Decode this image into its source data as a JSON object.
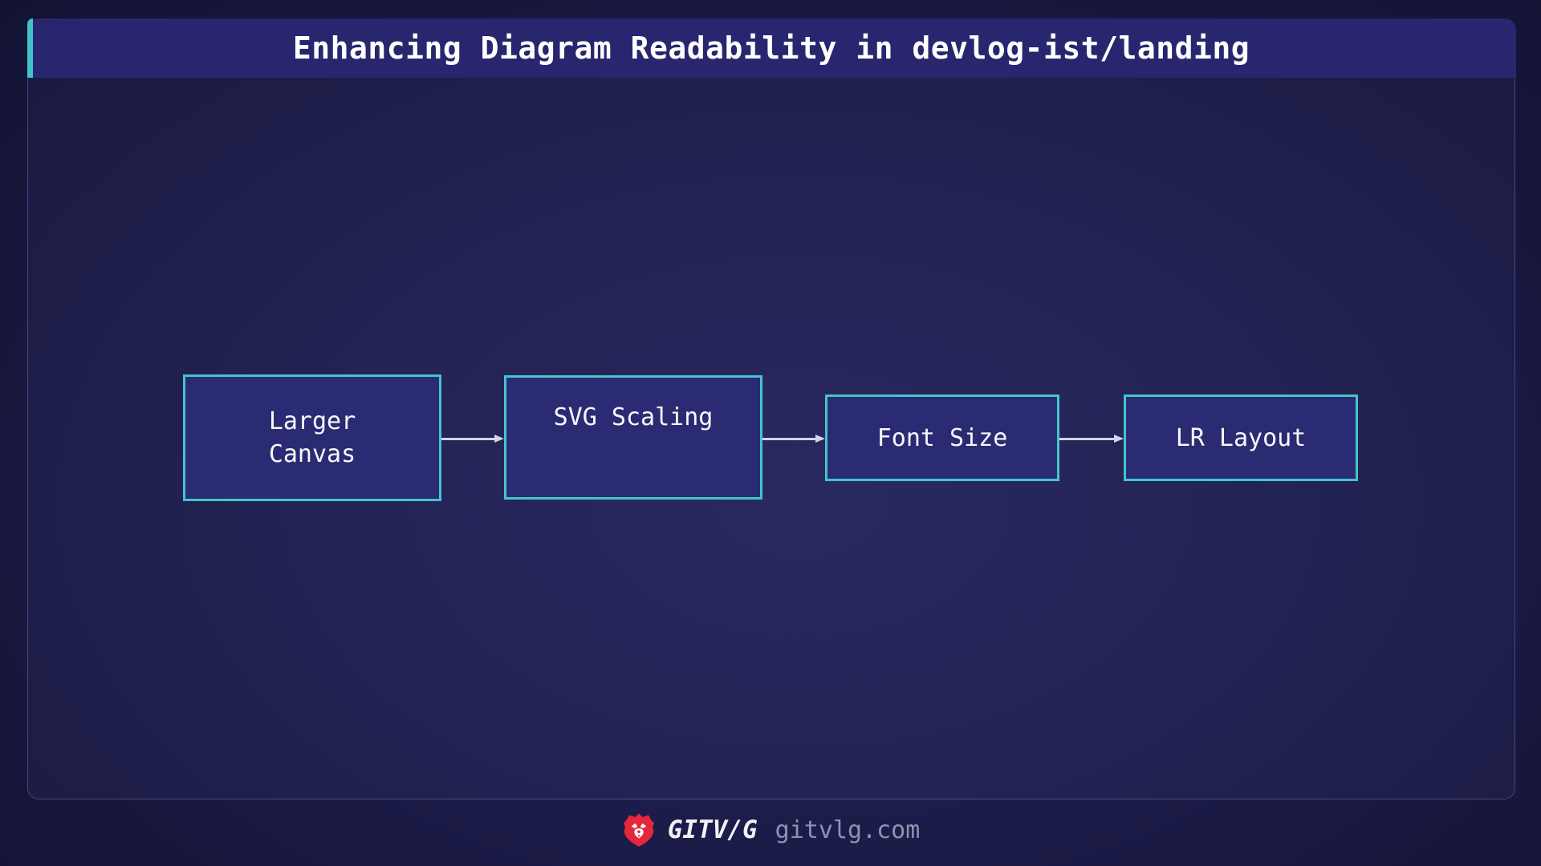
{
  "header": {
    "title": "Enhancing Diagram Readability in devlog-ist/landing"
  },
  "diagram": {
    "type": "flowchart-left-to-right",
    "nodes": [
      {
        "id": "A",
        "label": "Larger\nCanvas"
      },
      {
        "id": "B",
        "label": "SVG Scaling"
      },
      {
        "id": "C",
        "label": "Font Size"
      },
      {
        "id": "D",
        "label": "LR Layout"
      }
    ],
    "edges": [
      {
        "from": "A",
        "to": "B"
      },
      {
        "from": "B",
        "to": "C"
      },
      {
        "from": "C",
        "to": "D"
      }
    ]
  },
  "footer": {
    "logo": "lion-icon",
    "brand": "GITV/G",
    "domain": "gitvlg.com"
  },
  "colors": {
    "background_dark": "#111130",
    "background_mid": "#25255a",
    "titlebar_bg": "#27266e",
    "accent_teal": "#3fc2c8",
    "node_fill": "#2b2b74",
    "node_border": "#41c6cc",
    "node_text": "#f8f8fa",
    "arrow": "#d4d4e4",
    "title_text": "#ffffff",
    "brand_text": "#f2f2f6",
    "brand_red": "#e5273b",
    "domain_text": "#8f93ae"
  }
}
